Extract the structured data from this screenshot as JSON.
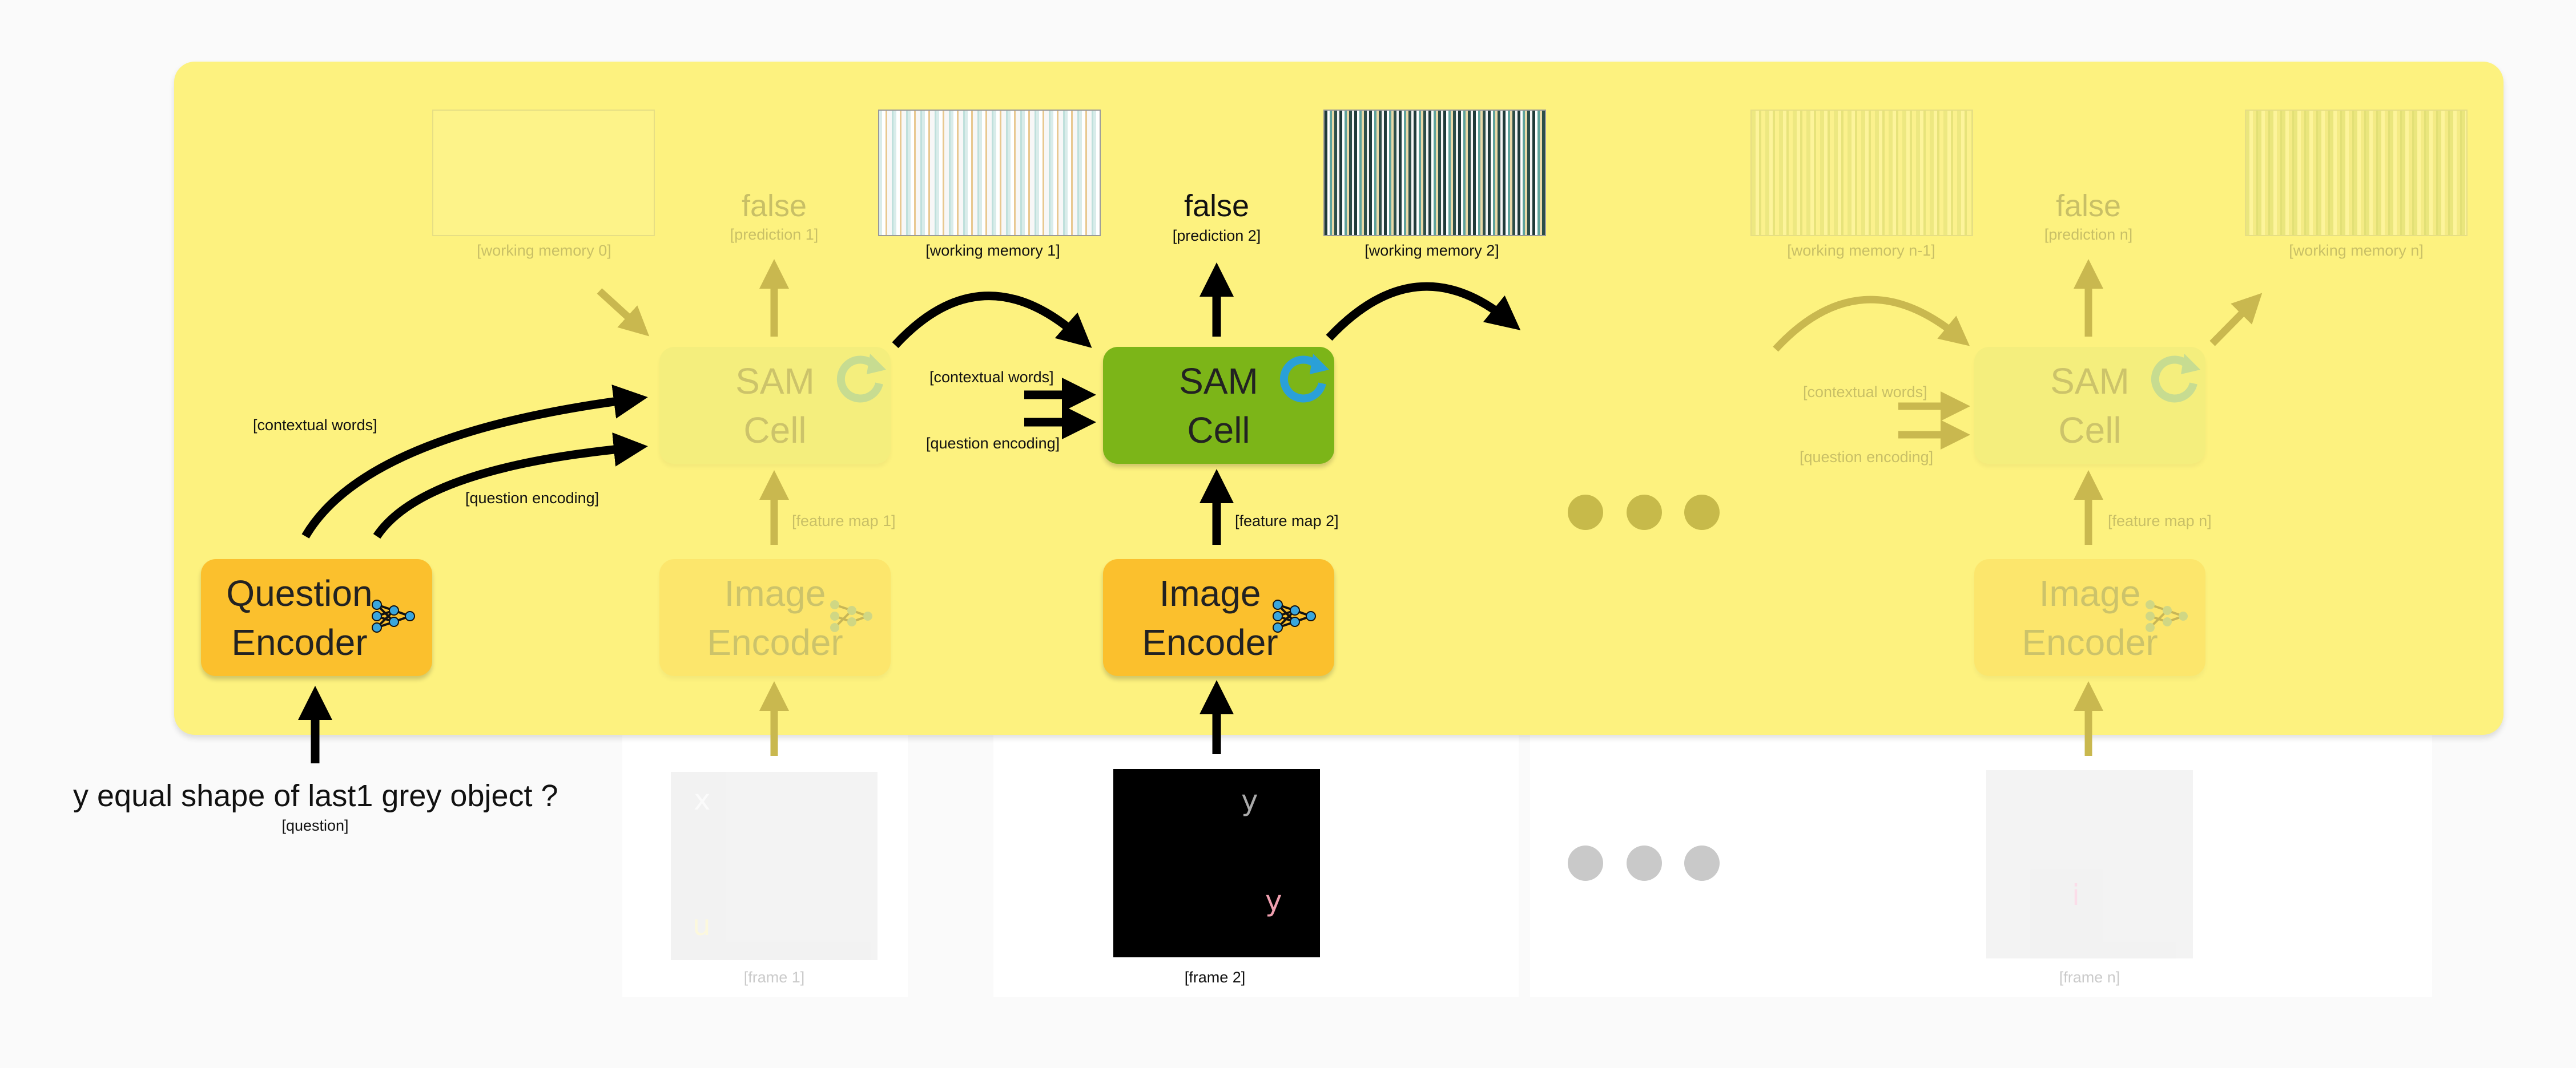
{
  "question": {
    "text": "y equal shape of last1  grey object ?",
    "caption": "[question]"
  },
  "encoders": {
    "question": "Question\nEncoder",
    "image": "Image\nEncoder"
  },
  "sam_cell": "SAM\nCell",
  "steps": [
    {
      "prediction": "false",
      "prediction_label": "[prediction 1]",
      "memory_label": "[working memory 1]",
      "feature_label": "[feature map 1]",
      "frame_label": "[frame 1]",
      "frame_glyphs": [
        "x",
        "u"
      ]
    },
    {
      "prediction": "false",
      "prediction_label": "[prediction 2]",
      "memory_label": "[working memory 2]",
      "feature_label": "[feature map 2]",
      "frame_label": "[frame 2]",
      "frame_glyphs": [
        "y",
        "y"
      ]
    },
    {
      "prediction": "false",
      "prediction_label": "[prediction n]",
      "memory_label": "[working memory n]",
      "feature_label": "[feature map n]",
      "frame_label": "[frame n]",
      "frame_glyphs": [
        "i"
      ]
    }
  ],
  "memory_initial_label": "[working memory 0]",
  "memory_prev_label": "[working memory n-1]",
  "inputs": {
    "contextual_words": "[contextual words]",
    "question_encoding": "[question encoding]"
  },
  "colors": {
    "panel": "#fdf27f",
    "encoder": "#fbc02d",
    "sam_cell": "#7cb518",
    "frame_active": "#000000",
    "frame_faded": "#c8c8c8"
  },
  "icons": {
    "encoder": "neural-network-icon",
    "sam_cell": "refresh-icon",
    "ellipsis": "ellipsis-dots"
  }
}
